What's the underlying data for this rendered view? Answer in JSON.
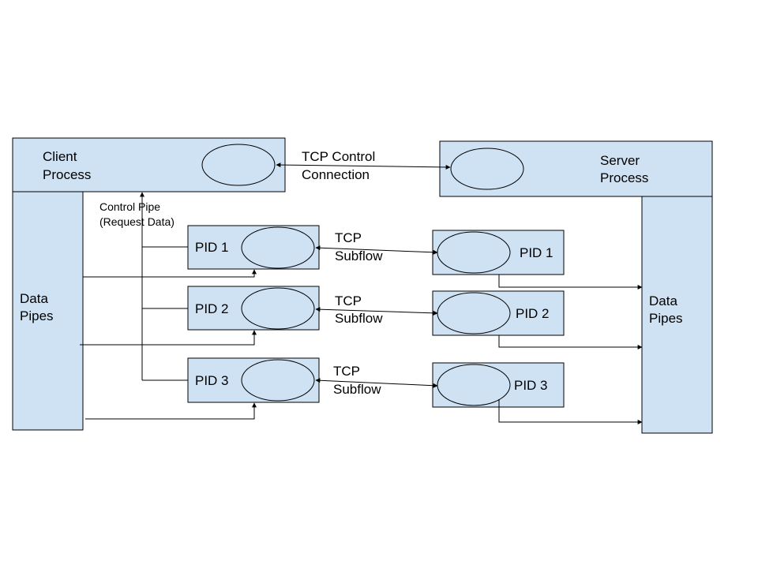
{
  "client": {
    "line1": "Client",
    "line2": "Process"
  },
  "server": {
    "line1": "Server",
    "line2": "Process"
  },
  "client_pipes": {
    "line1": "Data",
    "line2": "Pipes"
  },
  "server_pipes": {
    "line1": "Data",
    "line2": "Pipes"
  },
  "control_connection": {
    "line1": "TCP Control",
    "line2": "Connection"
  },
  "control_pipe": {
    "line1": "Control Pipe",
    "line2": "(Request Data)"
  },
  "subflows": [
    {
      "line1": "TCP",
      "line2": "Subflow"
    },
    {
      "line1": "TCP",
      "line2": "Subflow"
    },
    {
      "line1": "TCP",
      "line2": "Subflow"
    }
  ],
  "client_pids": [
    "PID 1",
    "PID 2",
    "PID 3"
  ],
  "server_pids": [
    "PID 1",
    "PID 2",
    "PID 3"
  ],
  "colors": {
    "box_fill": "#cfe2f3",
    "stroke": "#000000"
  }
}
